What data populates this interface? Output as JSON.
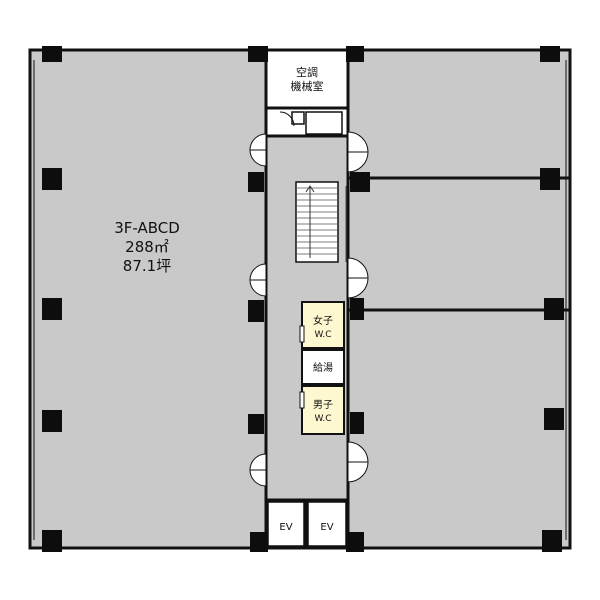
{
  "floor": {
    "unit_name": "3F-ABCD",
    "area_m2": "288㎡",
    "area_tsubo": "87.1坪"
  },
  "rooms": {
    "ac_machine_room_line1": "空調",
    "ac_machine_room_line2": "機械室",
    "womens_wc_line1": "女子",
    "womens_wc_line2": "W.C",
    "kitchenette": "給湯",
    "mens_wc_line1": "男子",
    "mens_wc_line2": "W.C",
    "elevator_1": "EV",
    "elevator_2": "EV"
  },
  "colors": {
    "floor": "#c9c9c9",
    "wall": "#111111",
    "column": "#0d0d0d",
    "wc_fill": "#fdf8d0",
    "white": "#ffffff"
  }
}
